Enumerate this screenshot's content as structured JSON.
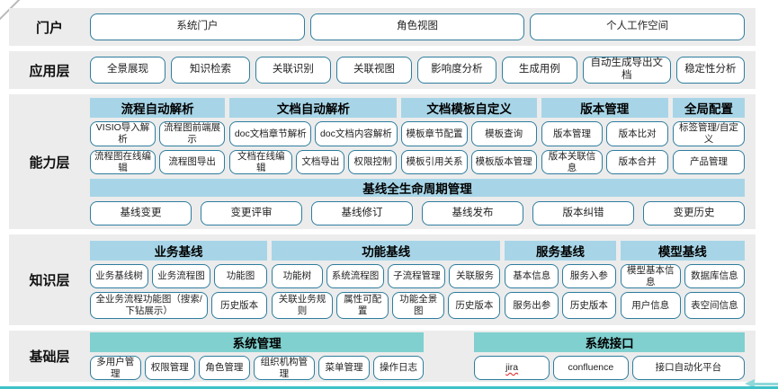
{
  "colors": {
    "row_bg": "#ececec",
    "box_border": "#2e7d9e",
    "header_blue": "#a7d5e7",
    "header_teal": "#7fd0cf",
    "bottom_line": "#3ec1c9",
    "spell_underline": "#e01b1b"
  },
  "portal": {
    "label": "门户",
    "items": [
      "系统门户",
      "角色视图",
      "个人工作空间"
    ]
  },
  "application": {
    "label": "应用层",
    "items": [
      "全景展现",
      "知识检索",
      "关联识别",
      "关联视图",
      "影响度分析",
      "生成用例",
      "自动生成导出文档",
      "稳定性分析"
    ]
  },
  "capability": {
    "label": "能力层",
    "groups": [
      {
        "title": "流程自动解析",
        "row1": [
          "VISIO导入解析",
          "流程图前端展示"
        ],
        "row2": [
          "流程图在线编辑",
          "流程图导出"
        ]
      },
      {
        "title": "文档自动解析",
        "row1": [
          "doc文档章节解析",
          "doc文档内容解析"
        ],
        "row2": [
          "文档在线编辑",
          "文档导出",
          "权限控制"
        ]
      },
      {
        "title": "文档模板自定义",
        "row1": [
          "模板章节配置",
          "模板查询"
        ],
        "row2": [
          "模板引用关系",
          "模板版本管理"
        ]
      },
      {
        "title": "版本管理",
        "row1": [
          "版本管理",
          "版本比对"
        ],
        "row2": [
          "版本关联信息",
          "版本合并"
        ]
      },
      {
        "title": "全局配置",
        "row1": [
          "标签管理/自定义"
        ],
        "row2": [
          "产品管理"
        ]
      }
    ],
    "lifecycle": {
      "title": "基线全生命周期管理",
      "items": [
        "基线变更",
        "变更评审",
        "基线修订",
        "基线发布",
        "版本纠错",
        "变更历史"
      ]
    }
  },
  "knowledge": {
    "label": "知识层",
    "groups": [
      {
        "title": "业务基线",
        "row1": [
          "业务基线树",
          "业务流程图",
          "功能图"
        ],
        "row2": [
          "全业务流程功能图（搜索/下钻展示）",
          "历史版本"
        ]
      },
      {
        "title": "功能基线",
        "row1": [
          "功能树",
          "系统流程图",
          "子流程管理",
          "关联服务"
        ],
        "row2": [
          "关联业务规则",
          "属性可配置",
          "功能全景图",
          "历史版本"
        ]
      },
      {
        "title": "服务基线",
        "row1": [
          "基本信息",
          "服务入参"
        ],
        "row2": [
          "服务出参",
          "历史版本"
        ]
      },
      {
        "title": "模型基线",
        "row1": [
          "模型基本信息",
          "数据库信息"
        ],
        "row2": [
          "用户信息",
          "表空间信息"
        ]
      }
    ]
  },
  "base": {
    "label": "基础层",
    "groups": [
      {
        "title": "系统管理",
        "items": [
          "多用户管理",
          "权限管理",
          "角色管理",
          "组织机构管理",
          "菜单管理",
          "操作日志"
        ]
      },
      {
        "title": "系统接口",
        "items": [
          "jira",
          "confluence",
          "接口自动化平台"
        ]
      }
    ]
  }
}
